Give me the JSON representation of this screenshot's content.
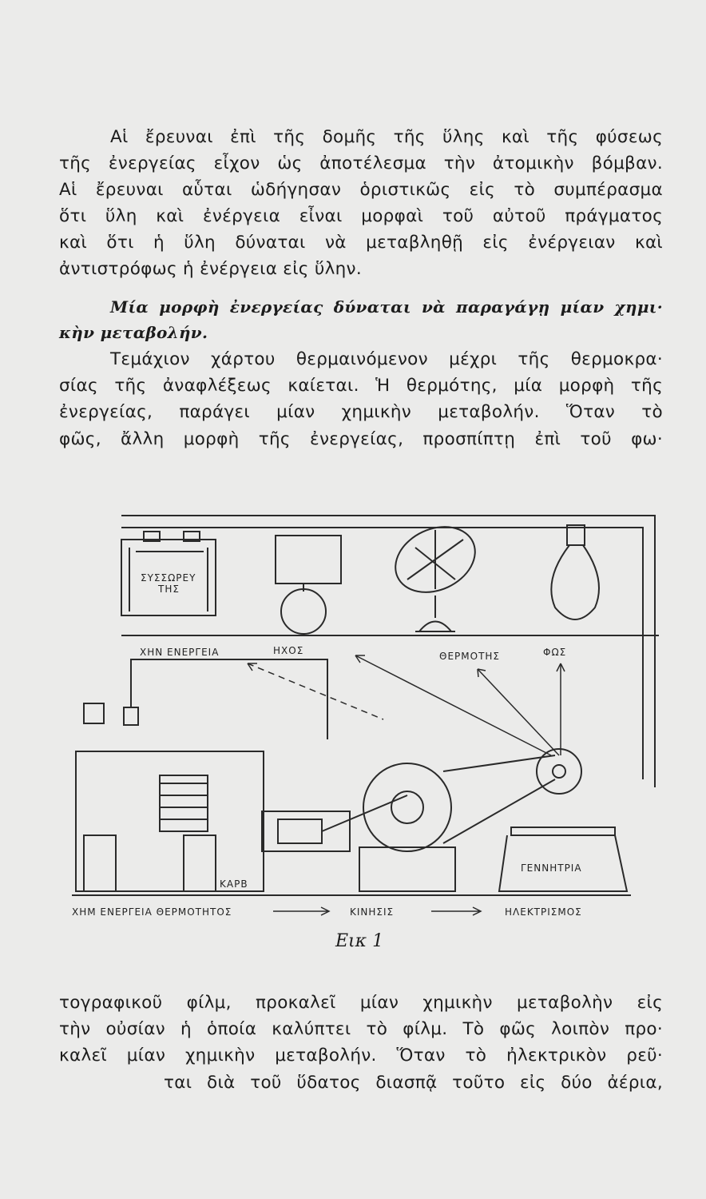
{
  "paragraph1": [
    "Αἱ ἔρευναι ἐπὶ τῆς δομῆς τῆς ὕλης καὶ τῆς φύσεως",
    "τῆς ἐνεργείας εἶχον ὡς ἀποτέλεσμα τὴν ἀτομικὴν βόμβαν.",
    "Αἱ ἔρευναι αὗται ὡδήγησαν ὁριστικῶς εἰς τὸ συμπέρασμα",
    "ὅτι ὕλη καὶ ἐνέργεια εἶναι μορφαὶ τοῦ αὐτοῦ πράγματος",
    "καὶ ὅτι ἡ ὕλη δύναται νὰ μεταβληθῇ εἰς ἐνέργειαν καὶ",
    "ἀντιστρόφως ἡ ἐνέργεια εἰς ὕλην."
  ],
  "heading": [
    "Μία μορφὴ ἐνεργείας δύναται νὰ παραγάγῃ μίαν χημι·",
    "κὴν μεταβολήν."
  ],
  "paragraph2": [
    "Τεμάχιον χάρτου θερμαινόμενον μέχρι τῆς θερμοκρα·",
    "σίας τῆς ἀναφλέξεως καίεται. Ἡ θερμότης, μία μορφὴ τῆς",
    "ἐνεργείας, παράγει μίαν χημικὴν μεταβολήν. Ὅταν τὸ",
    "φῶς, ἄλλη μορφὴ τῆς ἐνεργείας, προσπίπτῃ ἐπὶ τοῦ φω·"
  ],
  "figure": {
    "labels": {
      "accumulator": "ΣΥΣΣΩΡΕΥ",
      "accumulator2": "ΤΗΣ",
      "chemical_energy": "ΧΗΝ ΕΝΕΡΓΕΙΑ",
      "sound": "ΗΧΟΣ",
      "heat": "ΘΕΡΜΟΤΗΣ",
      "light": "ΦΩΣ",
      "generator": "ΓΕΝΝΗΤΡΙΑ",
      "coal": "ΚΑΡΒ"
    },
    "flow": [
      "ΧΗΜ ΕΝΕΡΓΕΙΑ ΘΕΡΜΟΤΗΤΟΣ",
      "ΚΙΝΗΣΙΣ",
      "ΗΛΕΚΤΡΙΣΜΟΣ"
    ],
    "caption": "Εικ 1"
  },
  "paragraph3": [
    "τογραφικοῦ φίλμ, προκαλεῖ μίαν χημικὴν μεταβολὴν εἰς",
    "τὴν οὐσίαν ἡ ὁποία καλύπτει τὸ φίλμ. Τὸ φῶς λοιπὸν προ·",
    "καλεῖ μίαν χημικὴν μεταβολήν. Ὅταν τὸ ἠλεκτρικὸν ρεῦ·",
    "ται διὰ τοῦ ὕδατος διασπᾷ τοῦτο εἰς δύο ἀέρια,"
  ]
}
